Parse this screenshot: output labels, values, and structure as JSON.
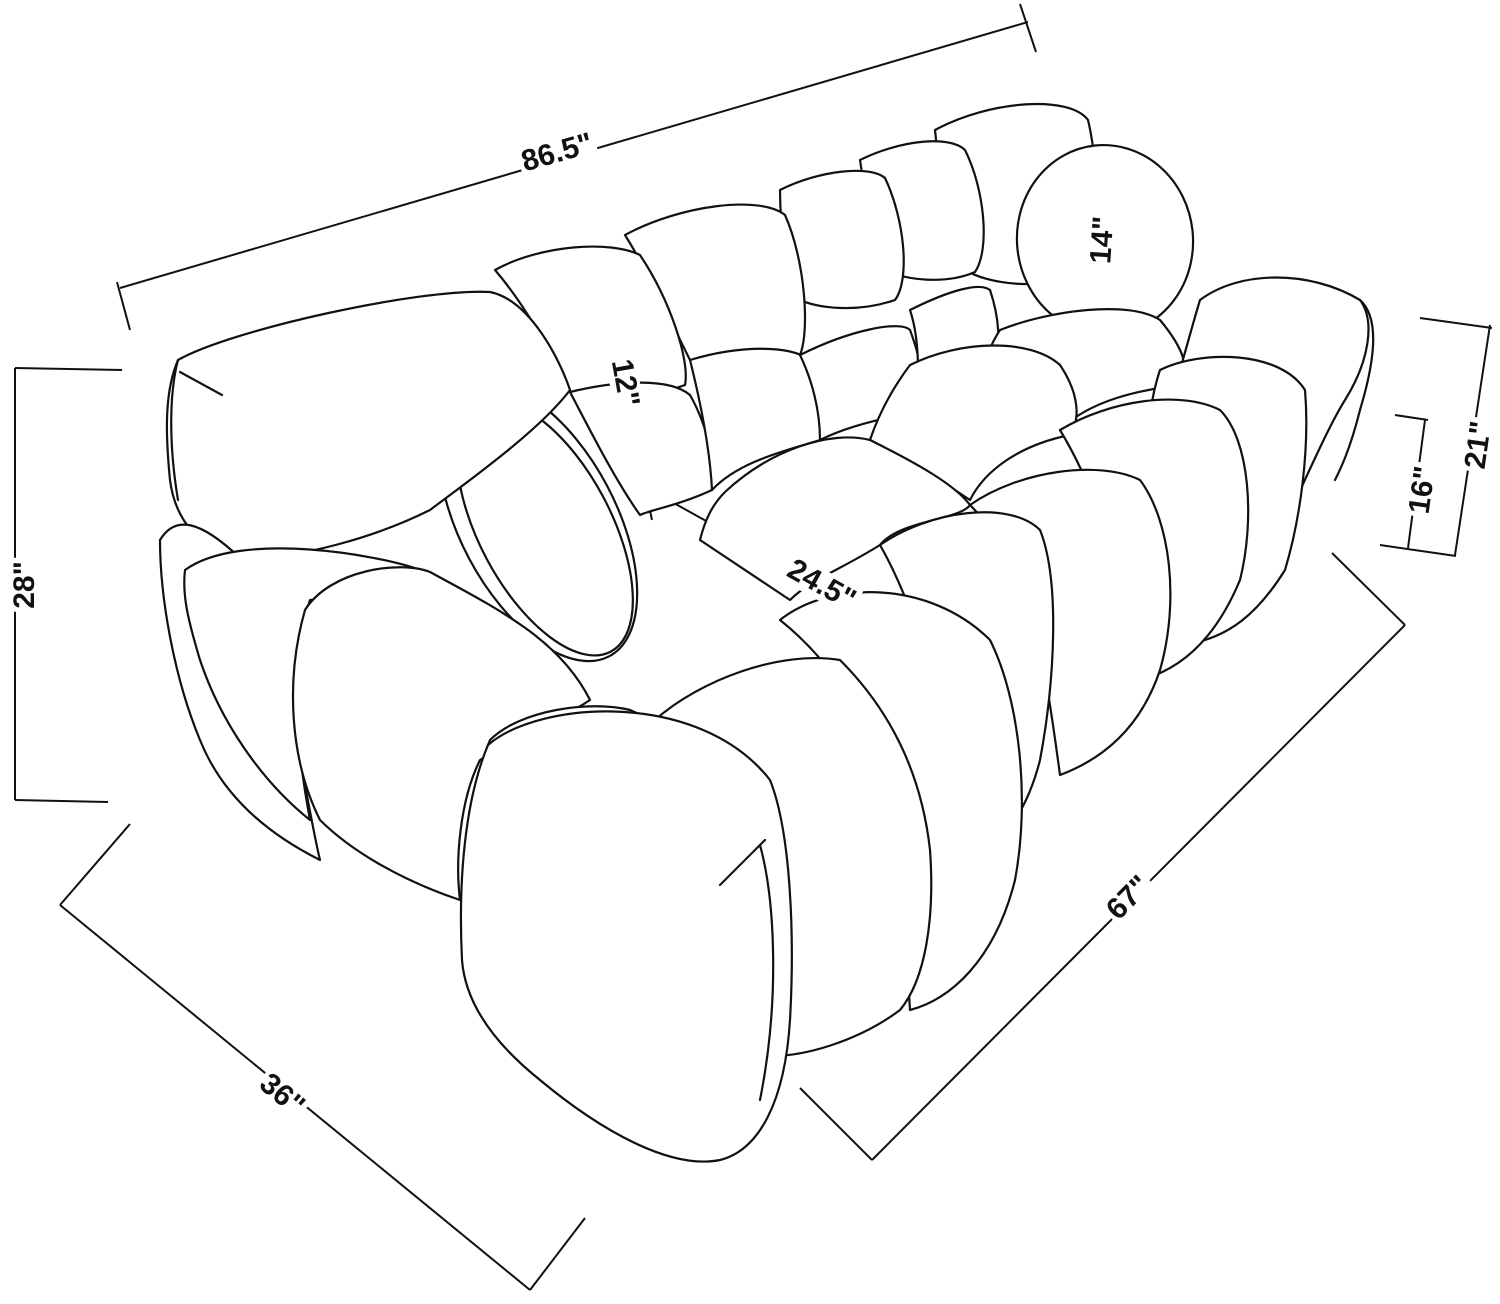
{
  "diagram": {
    "subject": "Tufted bubble sofa dimension line drawing",
    "line_color": "#111111",
    "background": "#ffffff",
    "dimensions": {
      "overall_width": "86.5\"",
      "overall_height": "28\"",
      "overall_depth": "36\"",
      "seat_width_side": "67\"",
      "seat_depth": "24.5\"",
      "back_cushion_height": "12\"",
      "pillow_diameter": "14\"",
      "arm_height": "21\"",
      "seat_height": "16\""
    }
  }
}
